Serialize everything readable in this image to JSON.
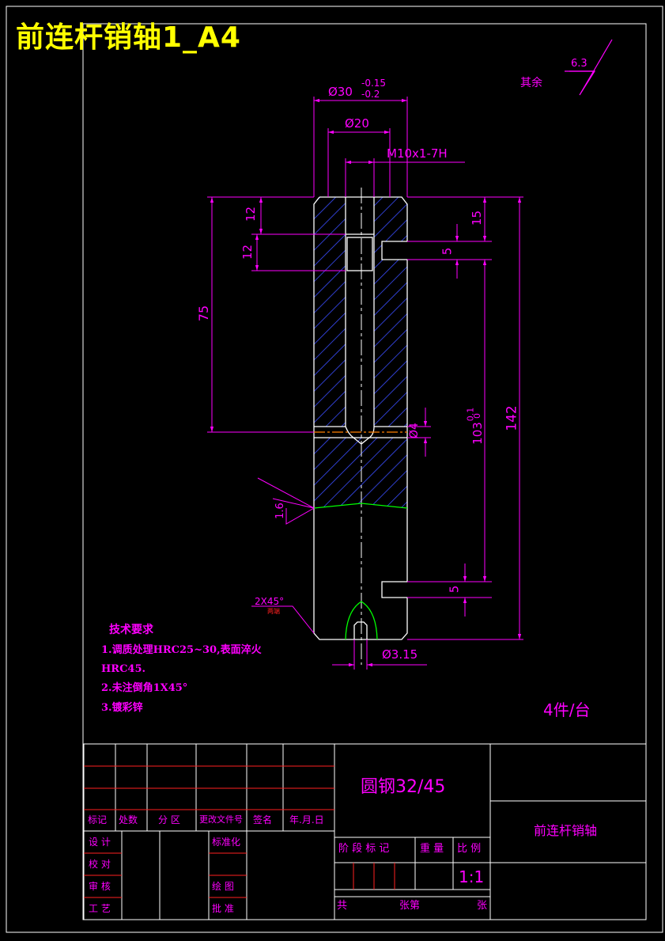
{
  "title": "前连杆销轴1_A4",
  "roughness": {
    "other_label": "其余",
    "value": "6.3"
  },
  "dimensions": {
    "outer_dia": "Ø30",
    "outer_tol_upper": "-0.15",
    "outer_tol_lower": "-0.2",
    "bore_dia": "Ø20",
    "thread": "M10x1-7H",
    "d12a": "12",
    "d12b": "12",
    "d75": "75",
    "d15": "15",
    "d5a": "5",
    "d103": "103",
    "d103_tol_upper": "0.1",
    "d103_tol_lower": "0",
    "d142": "142",
    "d4": "Ø4",
    "d5b": "5",
    "d16": "1.6",
    "chamfer": "2X45°",
    "chamfer_note": "两端",
    "d315": "Ø3.15"
  },
  "tech": {
    "heading": "技术要求",
    "line1": "1.调质处理HRC25~30,表面淬火",
    "line2": "HRC45.",
    "line3": "2.未注倒角1X45°",
    "line4": "3.镀彩锌"
  },
  "quantity": "4件/台",
  "title_block": {
    "material": "圆钢32/45",
    "part_name": "前连杆销轴",
    "headers": [
      "标记",
      "处数",
      "分 区",
      "更改文件号",
      "签名",
      "年.月.日"
    ],
    "roles": [
      "设 计",
      "校 对",
      "审 核",
      "工 艺"
    ],
    "role_right": [
      "标准化",
      "绘 图",
      "批 准"
    ],
    "stage_headers": [
      "阶 段 标 记",
      "重 量",
      "比 例"
    ],
    "scale": "1:1",
    "footer_total": "共",
    "footer_sheet": "张第",
    "footer_page": "张"
  }
}
